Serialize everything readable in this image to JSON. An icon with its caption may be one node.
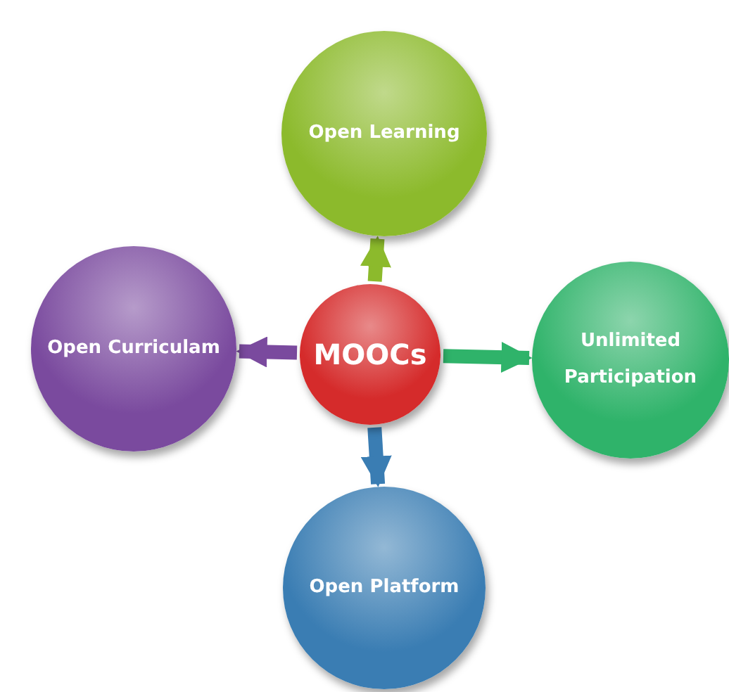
{
  "diagram": {
    "nodes": [
      {
        "text": [
          "MOOCs"
        ]
      },
      {
        "text": [
          "Open Learning"
        ]
      },
      {
        "text": [
          "Unlimited Participation"
        ]
      },
      {
        "text": [
          "Open Platform"
        ]
      },
      {
        "text": [
          "Open Curriculam"
        ]
      }
    ],
    "edges": [
      {
        "from": 0,
        "to": 1,
        "arrow": "to",
        "color": "#8cba2c"
      },
      {
        "from": 0,
        "to": 2,
        "arrow": "to",
        "color": "#2fb36a"
      },
      {
        "from": 0,
        "to": 3,
        "arrow": "to",
        "color": "#3a7db3"
      },
      {
        "from": 0,
        "to": 4,
        "arrow": "to",
        "color": "#7a4a9e"
      }
    ]
  }
}
